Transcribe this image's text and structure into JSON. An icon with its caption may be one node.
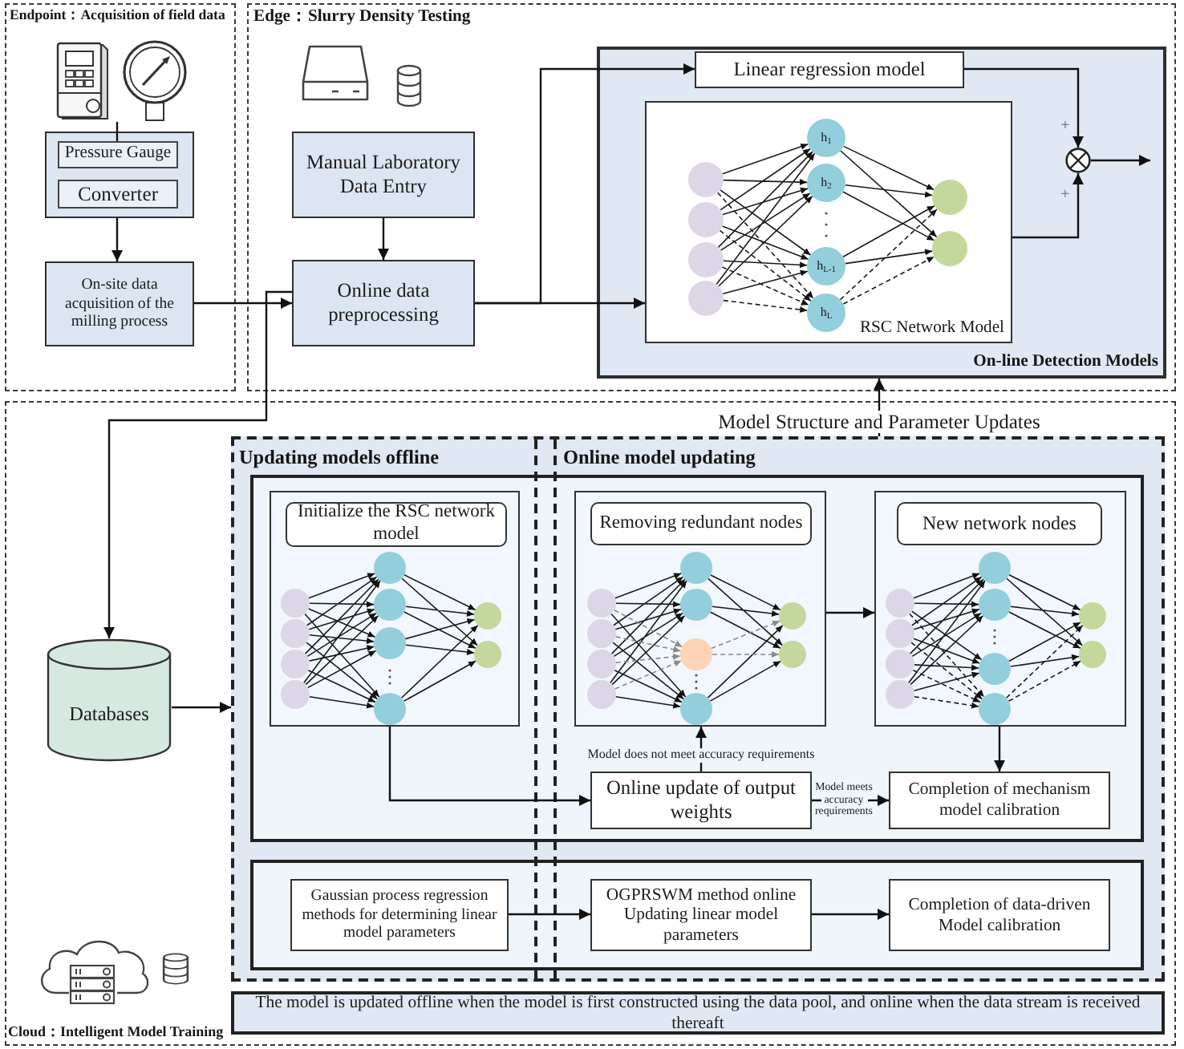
{
  "diagram": {
    "nodes": [
      {
        "text": [
          "Endpoint：Acquisition of field data"
        ]
      },
      {
        "text": [],
        "shape": "picture",
        "in": 0
      },
      {
        "text": [],
        "shape": "box",
        "in": 0
      },
      {
        "text": [
          "Pressure Gauge"
        ],
        "in": 2
      },
      {
        "text": [
          "Converter"
        ],
        "in": 2
      },
      {
        "text": [
          "On-site data acquisition of the milling process"
        ],
        "in": 0
      },
      {
        "text": [
          "Edge：Slurry Density Testing"
        ]
      },
      {
        "text": [
          "Manual Laboratory Data Entry"
        ],
        "in": 6
      },
      {
        "text": [
          "Online data preprocessing"
        ],
        "in": 6
      },
      {
        "text": [
          "On-line Detection Models"
        ],
        "in": 6
      },
      {
        "text": [
          "Linear regression model"
        ],
        "in": 9
      },
      {
        "text": [
          "RSC Network Model"
        ],
        "in": 9
      },
      {
        "text": [],
        "shape": "circle",
        "in": 9
      },
      {
        "text": [
          "Cloud：Intelligent Model Training"
        ]
      },
      {
        "text": [
          "Databases"
        ],
        "in": 13
      },
      {
        "text": [
          "Updating models offline",
          "Online model updating"
        ],
        "in": 13
      },
      {
        "text": [],
        "shape": "box",
        "in": 15
      },
      {
        "text": [],
        "shape": "box",
        "in": 16
      },
      {
        "text": [
          "Initialize the RSC network model"
        ],
        "in": 17
      },
      {
        "text": [],
        "shape": "box",
        "in": 16
      },
      {
        "text": [
          "Removing redundant nodes"
        ],
        "in": 19
      },
      {
        "text": [],
        "shape": "box",
        "in": 16
      },
      {
        "text": [
          "New network nodes"
        ],
        "in": 21
      },
      {
        "text": [
          "Online update of output weights"
        ],
        "in": 16
      },
      {
        "text": [
          "Completion of mechanism model calibration"
        ],
        "in": 16
      },
      {
        "text": [],
        "shape": "box",
        "in": 15
      },
      {
        "text": [
          "Gaussian process regression methods for determining linear model parameters"
        ],
        "in": 25
      },
      {
        "text": [
          "OGPRSWM method online Updating linear model parameters"
        ],
        "in": 25
      },
      {
        "text": [
          "Completion of data-driven Model calibration"
        ],
        "in": 25
      },
      {
        "text": [
          "The model is updated offline when the model is first constructed using the data pool, and online when the data stream is received thereaft"
        ],
        "in": 13
      }
    ],
    "edges": [
      {
        "from": 1,
        "to": 3,
        "arrow": "none"
      },
      {
        "from": 2,
        "to": 5,
        "arrow": "to"
      },
      {
        "from": 5,
        "to": 8,
        "arrow": "to"
      },
      {
        "from": 7,
        "to": 8,
        "arrow": "to"
      },
      {
        "from": 8,
        "to": 10,
        "arrow": "to"
      },
      {
        "from": 8,
        "to": 11,
        "arrow": "to"
      },
      {
        "from": 10,
        "to": 12,
        "arrow": "to"
      },
      {
        "from": 11,
        "to": 12,
        "arrow": "to"
      },
      {
        "from": 12,
        "to": null,
        "arrow": "to"
      },
      {
        "from": 8,
        "to": 14,
        "arrow": "to"
      },
      {
        "from": 15,
        "to": 9,
        "arrow": "to",
        "label": "Model Structure and Parameter Updates"
      },
      {
        "from": 14,
        "to": 15,
        "arrow": "to"
      },
      {
        "from": 17,
        "to": 23,
        "arrow": "to"
      },
      {
        "from": 23,
        "to": 19,
        "arrow": "to",
        "label": "Model does not meet accuracy requirements"
      },
      {
        "from": 23,
        "to": 24,
        "arrow": "to",
        "label": "Model meets accuracy requirements"
      },
      {
        "from": 19,
        "to": 21,
        "arrow": "to"
      },
      {
        "from": 21,
        "to": 24,
        "arrow": "to"
      },
      {
        "from": 26,
        "to": 27,
        "arrow": "to"
      },
      {
        "from": 27,
        "to": 28,
        "arrow": "to"
      }
    ],
    "labels": [
      "h$_{1}$",
      "h$_{2}$",
      "h$_{L-1}$",
      "h$_{L}$",
      "+",
      "+"
    ]
  }
}
